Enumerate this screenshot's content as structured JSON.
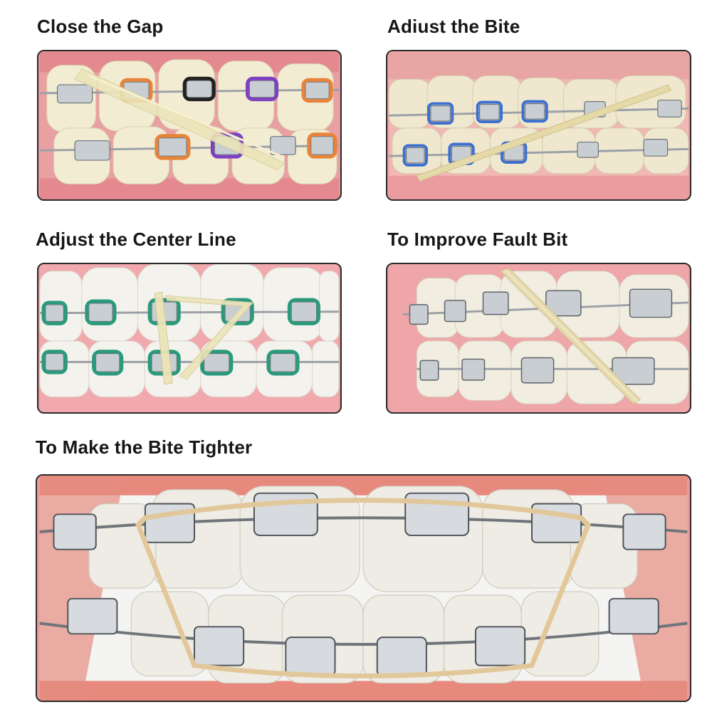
{
  "panels": [
    {
      "title": "Close the Gap",
      "bracket_tie_colors": [
        "#e8833a",
        "#222222",
        "#7e3fc2"
      ],
      "elastic_color": "#e9e2b4"
    },
    {
      "title": "Adiust the Bite",
      "bracket_tie_colors": [
        "#3c6fd0"
      ],
      "elastic_color": "#e3d6a6"
    },
    {
      "title": "Adjust the Center Line",
      "bracket_tie_colors": [
        "#2a9a7c"
      ],
      "elastic_color": "#ece4b8"
    },
    {
      "title": "To Improve Fault Bit",
      "bracket_tie_colors": [
        "#bfc5cc"
      ],
      "elastic_color": "#e6d9ad"
    },
    {
      "title": "To Make the Bite Tighter",
      "bracket_tie_colors": [
        "#c7ccd2"
      ],
      "elastic_color": "#e2c79a"
    }
  ]
}
